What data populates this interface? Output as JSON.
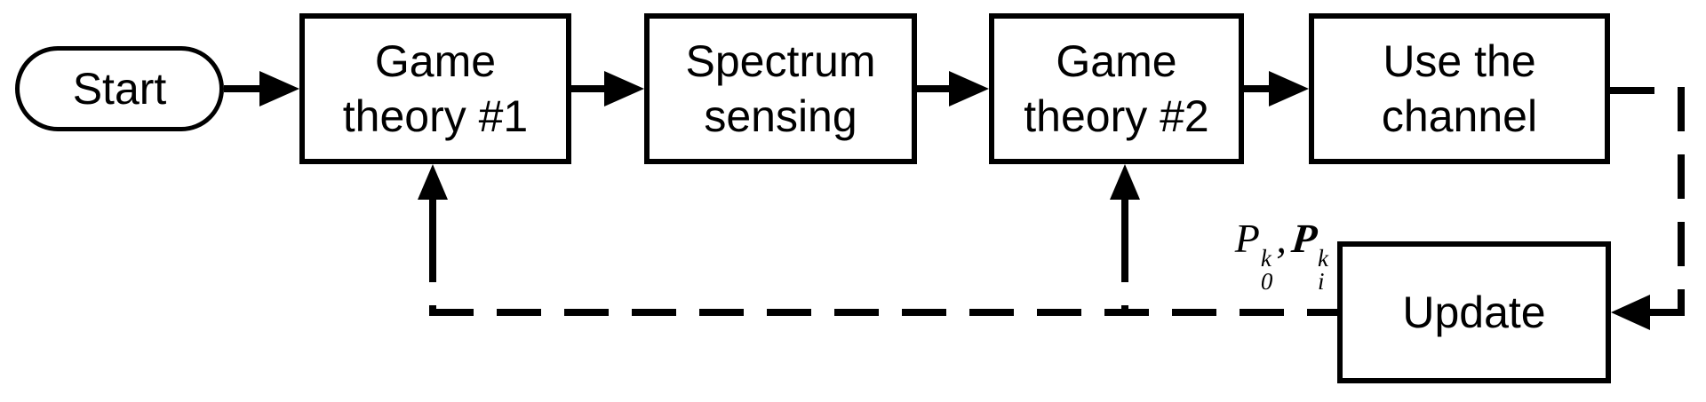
{
  "colors": {
    "background": "#ffffff",
    "line": "#000000",
    "text": "#000000"
  },
  "flowchart": {
    "nodes": {
      "start": {
        "label": "Start",
        "shape": "stadium"
      },
      "game_theory_1": {
        "line1": "Game",
        "line2": "theory #1",
        "shape": "rectangle"
      },
      "spectrum_sensing": {
        "line1": "Spectrum",
        "line2": "sensing",
        "shape": "rectangle"
      },
      "game_theory_2": {
        "line1": "Game",
        "line2": "theory #2",
        "shape": "rectangle"
      },
      "use_the_channel": {
        "line1": "Use the",
        "line2": "channel",
        "shape": "rectangle"
      },
      "update": {
        "label": "Update",
        "shape": "rectangle"
      }
    },
    "edges": [
      {
        "from": "start",
        "to": "game_theory_1",
        "style": "solid-arrow"
      },
      {
        "from": "game_theory_1",
        "to": "spectrum_sensing",
        "style": "solid-arrow"
      },
      {
        "from": "spectrum_sensing",
        "to": "game_theory_2",
        "style": "solid-arrow"
      },
      {
        "from": "game_theory_2",
        "to": "use_the_channel",
        "style": "solid-arrow"
      },
      {
        "from": "use_the_channel",
        "to": "update",
        "style": "dashed-arrow"
      },
      {
        "from": "update",
        "to": "game_theory_2",
        "style": "dashed-arrow"
      },
      {
        "from": "update",
        "to": "game_theory_1",
        "style": "dashed-arrow"
      }
    ],
    "feedback_label": {
      "term1": {
        "base": "P",
        "sub": "0",
        "sup": "k"
      },
      "separator": ",",
      "term2": {
        "base": "P",
        "sub": "i",
        "sup": "k"
      }
    }
  }
}
